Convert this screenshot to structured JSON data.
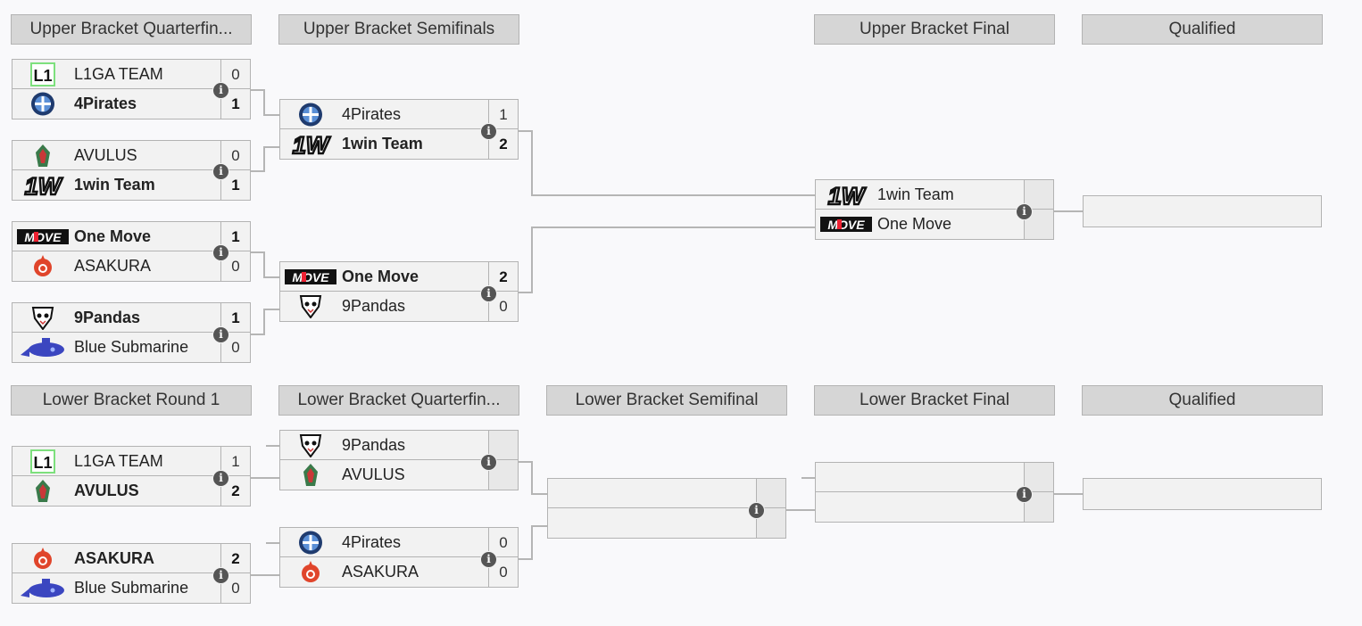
{
  "headers": {
    "ub_qf": "Upper Bracket Quarterfin...",
    "ub_sf": "Upper Bracket Semifinals",
    "ub_final": "Upper Bracket Final",
    "ub_qualified": "Qualified",
    "lb_r1": "Lower Bracket Round 1",
    "lb_qf": "Lower Bracket Quarterfin...",
    "lb_sf": "Lower Bracket Semifinal",
    "lb_final": "Lower Bracket Final",
    "lb_qualified": "Qualified"
  },
  "matches": {
    "ubqf1": {
      "t1": {
        "name": "L1GA TEAM",
        "score": "0"
      },
      "t2": {
        "name": "4Pirates",
        "score": "1"
      }
    },
    "ubqf2": {
      "t1": {
        "name": "AVULUS",
        "score": "0"
      },
      "t2": {
        "name": "1win Team",
        "score": "1"
      }
    },
    "ubqf3": {
      "t1": {
        "name": "One Move",
        "score": "1"
      },
      "t2": {
        "name": "ASAKURA",
        "score": "0"
      }
    },
    "ubqf4": {
      "t1": {
        "name": "9Pandas",
        "score": "1"
      },
      "t2": {
        "name": "Blue Submarine",
        "score": "0"
      }
    },
    "ubsf1": {
      "t1": {
        "name": "4Pirates",
        "score": "1"
      },
      "t2": {
        "name": "1win Team",
        "score": "2"
      }
    },
    "ubsf2": {
      "t1": {
        "name": "One Move",
        "score": "2"
      },
      "t2": {
        "name": "9Pandas",
        "score": "0"
      }
    },
    "ubf": {
      "t1": {
        "name": "1win Team",
        "score": ""
      },
      "t2": {
        "name": "One Move",
        "score": ""
      }
    },
    "lbr1a": {
      "t1": {
        "name": "L1GA TEAM",
        "score": "1"
      },
      "t2": {
        "name": "AVULUS",
        "score": "2"
      }
    },
    "lbr1b": {
      "t1": {
        "name": "ASAKURA",
        "score": "2"
      },
      "t2": {
        "name": "Blue Submarine",
        "score": "0"
      }
    },
    "lbqf1": {
      "t1": {
        "name": "9Pandas",
        "score": ""
      },
      "t2": {
        "name": "AVULUS",
        "score": ""
      }
    },
    "lbqf2": {
      "t1": {
        "name": "4Pirates",
        "score": "0"
      },
      "t2": {
        "name": "ASAKURA",
        "score": "0"
      }
    }
  },
  "icons": {
    "info": "i",
    "team_logos": [
      "l1ga-logo",
      "4pirates-logo",
      "avulus-logo",
      "1win-logo",
      "onemove-logo",
      "asakura-logo",
      "9pandas-logo",
      "bluesubmarine-logo"
    ]
  },
  "colors": {
    "header_bg": "#d6d6d6",
    "row_bg": "#f2f2f2",
    "border": "#b3b3b3",
    "info_icon": "#555555"
  }
}
